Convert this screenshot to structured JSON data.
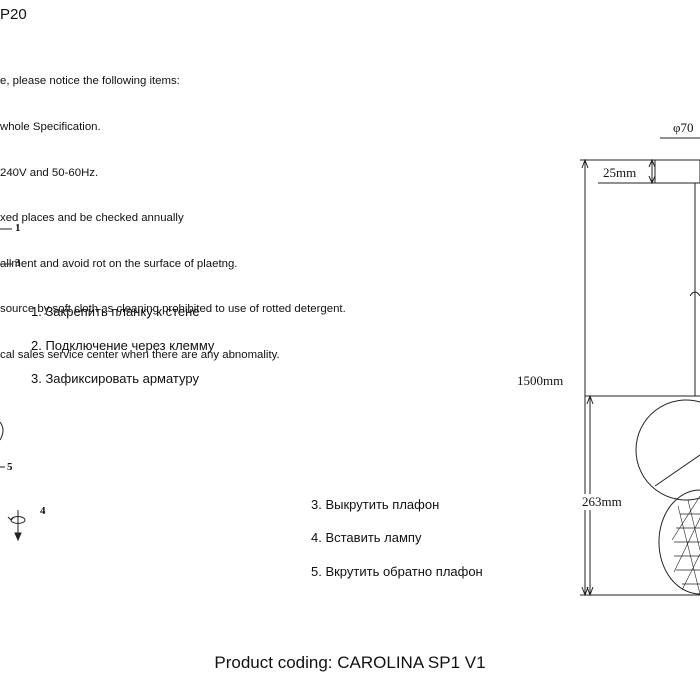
{
  "header": {
    "title": "P20"
  },
  "notes": [
    "e, please notice the following items:",
    "whole Specification.",
    "240V and 50-60Hz.",
    "xed places and be checked annually",
    "allment and avoid rot on the surface of plaetng.",
    "source by soft cloth as cleaning prohibited to use of rotted detergent.",
    "cal sales service center when there are any abnomality."
  ],
  "callouts": [
    "1",
    "3",
    "5",
    "4"
  ],
  "steps_left": [
    "1. Закрепить планку к стене",
    "2. Подключение через клемму",
    "3. Зафиксировать арматуру"
  ],
  "steps_right": [
    "3. Выкрутить плафон",
    "4. Вставить лампу",
    "5. Вкрутить обратно плафон"
  ],
  "dimensions": {
    "diameter": "φ70",
    "canopy_height": "25mm",
    "total_height": "1500mm",
    "shade_height": "263mm"
  },
  "footer": {
    "product_coding": "Product coding: CAROLINA SP1 V1"
  }
}
